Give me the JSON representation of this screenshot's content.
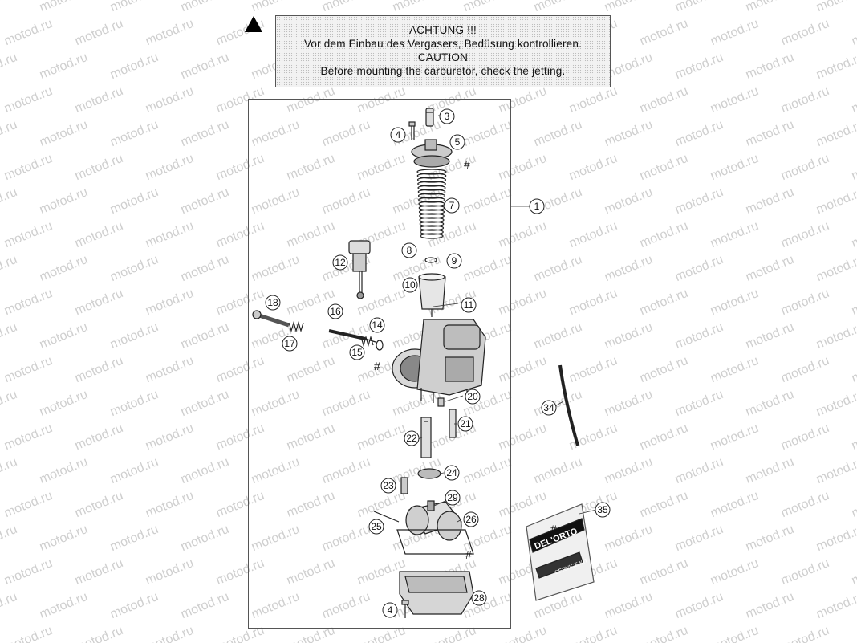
{
  "watermark": "motod.ru",
  "notice": {
    "line1": "ACHTUNG !!!",
    "line2": "Vor dem Einbau des Vergasers, Bedüsung kontrollieren.",
    "line3": "CAUTION",
    "line4": "Before mounting the carburetor, check the jetting."
  },
  "callouts": [
    {
      "id": "callout-1",
      "label": "1"
    },
    {
      "id": "callout-3",
      "label": "3"
    },
    {
      "id": "callout-4-top",
      "label": "4"
    },
    {
      "id": "callout-5",
      "label": "5"
    },
    {
      "id": "callout-7",
      "label": "7"
    },
    {
      "id": "callout-8",
      "label": "8"
    },
    {
      "id": "callout-9",
      "label": "9"
    },
    {
      "id": "callout-10",
      "label": "10"
    },
    {
      "id": "callout-11",
      "label": "11"
    },
    {
      "id": "callout-12",
      "label": "12"
    },
    {
      "id": "callout-14",
      "label": "14"
    },
    {
      "id": "callout-15",
      "label": "15"
    },
    {
      "id": "callout-16",
      "label": "16"
    },
    {
      "id": "callout-17",
      "label": "17"
    },
    {
      "id": "callout-18",
      "label": "18"
    },
    {
      "id": "callout-20",
      "label": "20"
    },
    {
      "id": "callout-21",
      "label": "21"
    },
    {
      "id": "callout-22",
      "label": "22"
    },
    {
      "id": "callout-23",
      "label": "23"
    },
    {
      "id": "callout-24",
      "label": "24"
    },
    {
      "id": "callout-25",
      "label": "25"
    },
    {
      "id": "callout-26",
      "label": "26"
    },
    {
      "id": "callout-28",
      "label": "28"
    },
    {
      "id": "callout-29",
      "label": "29"
    },
    {
      "id": "callout-34",
      "label": "34"
    },
    {
      "id": "callout-35",
      "label": "35"
    },
    {
      "id": "callout-4-bottom",
      "label": "4"
    }
  ],
  "hash_marks": [
    {
      "id": "hash-cap",
      "label": "#"
    },
    {
      "id": "hash-idle",
      "label": "#"
    },
    {
      "id": "hash-float",
      "label": "#"
    },
    {
      "id": "hash-bag",
      "label": "#"
    }
  ],
  "bag": {
    "brand": "DEL'ORTO",
    "subtitle": "SERVICE KIT"
  }
}
